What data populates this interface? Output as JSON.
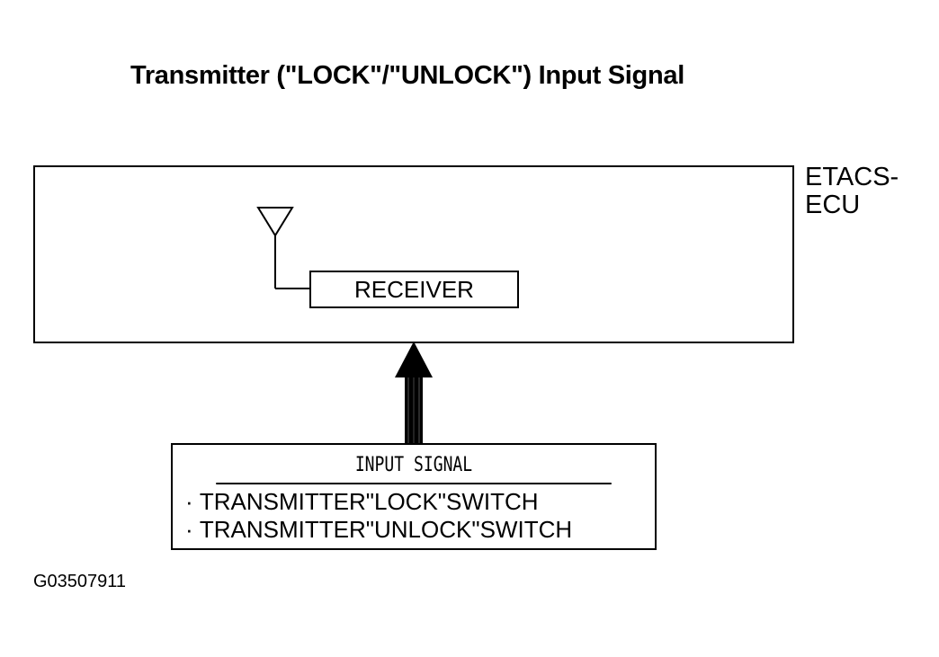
{
  "diagram": {
    "title": "Transmitter (\"LOCK\"/\"UNLOCK\") Input Signal",
    "ecu": {
      "label_line1": "ETACS-",
      "label_line2": "ECU",
      "receiver_label": "RECEIVER"
    },
    "input_signal": {
      "header": "INPUT SIGNAL",
      "items": [
        "TRANSMITTER\"LOCK\"SWITCH",
        "TRANSMITTER\"UNLOCK\"SWITCH"
      ]
    },
    "figure_code": "G03507911"
  },
  "icons": {
    "antenna": "antenna-icon",
    "arrow": "up-arrow-icon"
  },
  "colors": {
    "line": "#000000",
    "background": "#ffffff"
  }
}
